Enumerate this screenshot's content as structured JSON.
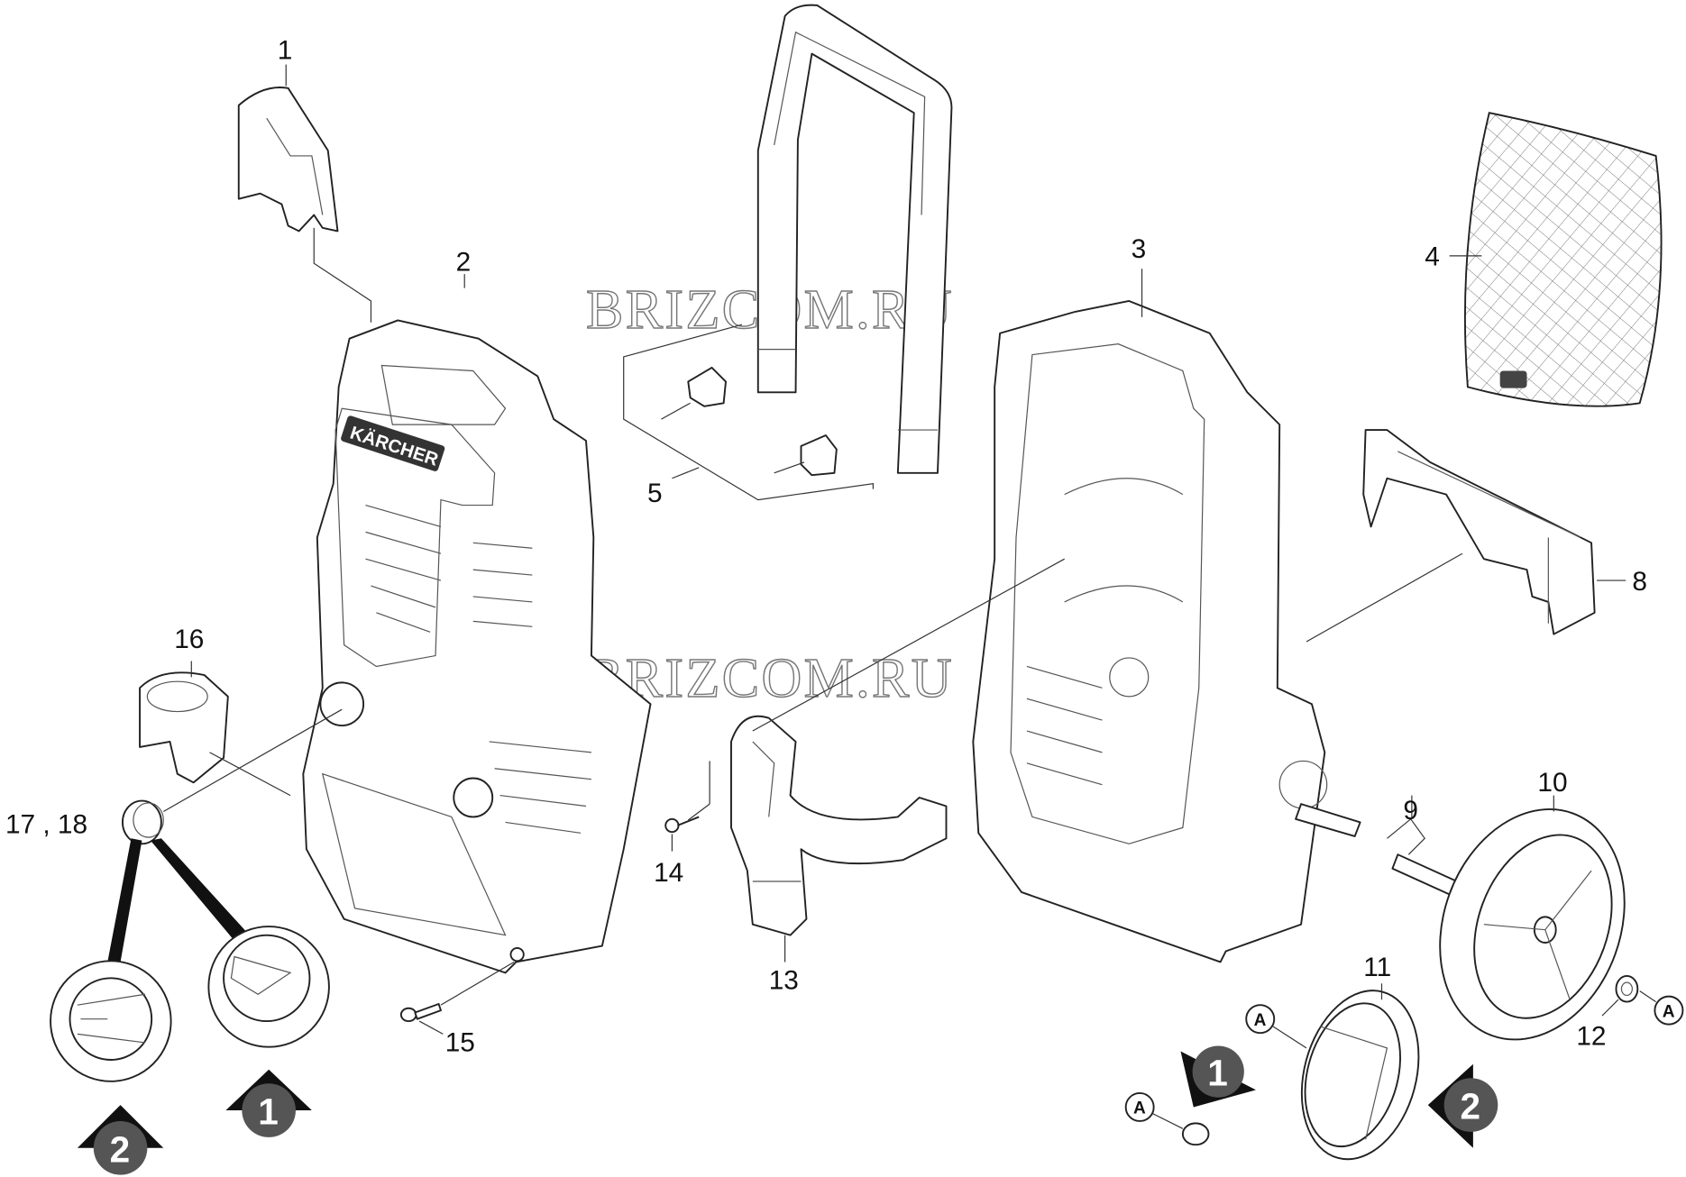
{
  "diagram": {
    "watermark": "BRIZCOM.RU",
    "brand_logo": "KÄRCHER",
    "part_labels": [
      "1",
      "2",
      "3",
      "4",
      "5",
      "8",
      "9",
      "10",
      "11",
      "12",
      "13",
      "14",
      "15",
      "16",
      "17 , 18"
    ],
    "view_markers": {
      "one": "1",
      "two": "2"
    },
    "detail_marker": "A"
  }
}
